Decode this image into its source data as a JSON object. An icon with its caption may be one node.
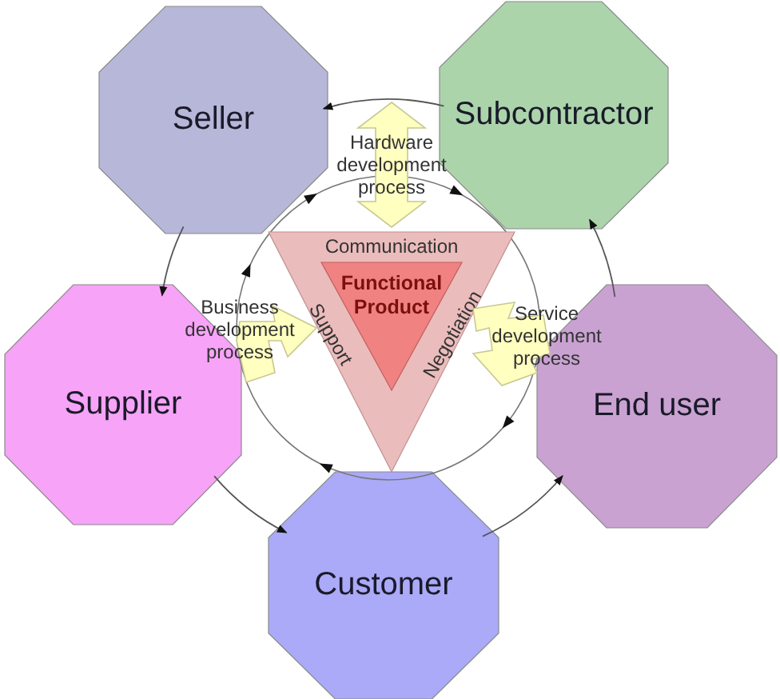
{
  "diagram": {
    "nodes": [
      {
        "text": [
          "Seller"
        ]
      },
      {
        "text": [
          "Subcontractor"
        ]
      },
      {
        "text": [
          "Hardware development process"
        ]
      },
      {
        "text": [
          "Communication",
          "Support",
          "Negotiation"
        ]
      },
      {
        "text": [
          "Functional Product"
        ],
        "in": 3
      },
      {
        "text": [
          "Business development process"
        ]
      },
      {
        "text": [
          "Service development process"
        ]
      },
      {
        "text": [
          "Supplier"
        ]
      },
      {
        "text": [
          "End user"
        ]
      },
      {
        "text": [
          "Customer"
        ]
      }
    ],
    "edges": [
      {
        "from": 0,
        "to": 7,
        "arrow": "to"
      },
      {
        "from": 7,
        "to": 9,
        "arrow": "to"
      },
      {
        "from": 9,
        "to": 8,
        "arrow": "to"
      },
      {
        "from": 8,
        "to": 1,
        "arrow": "to"
      },
      {
        "from": 1,
        "to": 0,
        "arrow": "to"
      }
    ]
  }
}
